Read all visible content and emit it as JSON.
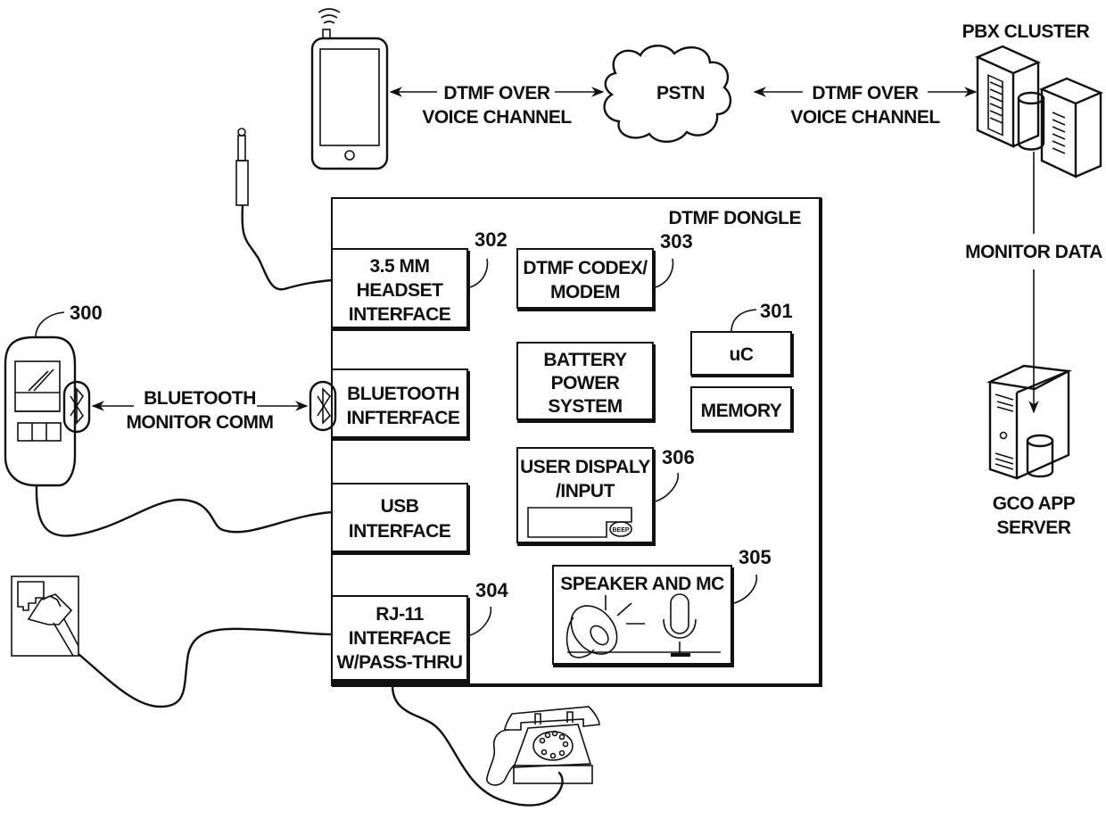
{
  "diagram": {
    "colors": {
      "ink": "#111111",
      "background": "#ffffff"
    },
    "top": {
      "phone_icon": "smartphone-icon",
      "left_link": [
        "DTMF OVER",
        "VOICE CHANNEL"
      ],
      "cloud_label": "PSTN",
      "right_link": [
        "DTMF OVER",
        "VOICE CHANNEL"
      ],
      "pbx_title": "PBX CLUSTER",
      "monitor_link": "MONITOR DATA",
      "app_server": [
        "GCO APP",
        "SERVER"
      ]
    },
    "dongle": {
      "title": "DTMF DONGLE",
      "blocks": {
        "headset": {
          "lines": [
            "3.5 MM",
            "HEADSET",
            "INTERFACE"
          ],
          "ref": "302"
        },
        "codex": {
          "lines": [
            "DTMF CODEX/",
            "MODEM"
          ],
          "ref": "303"
        },
        "uc": {
          "lines": [
            "uC"
          ],
          "ref": "301"
        },
        "memory": {
          "lines": [
            "MEMORY"
          ]
        },
        "battery": {
          "lines": [
            "BATTERY",
            "POWER",
            "SYSTEM"
          ]
        },
        "bluetooth": {
          "lines": [
            "BLUETOOTH",
            "INFTERFACE"
          ]
        },
        "display": {
          "lines": [
            "USER DISPALY",
            "/INPUT"
          ],
          "ref": "306",
          "button_label": "BEEP"
        },
        "usb": {
          "lines": [
            "USB",
            "INTERFACE"
          ]
        },
        "speaker": {
          "lines": [
            "SPEAKER AND MC"
          ],
          "ref": "305"
        },
        "rj11": {
          "lines": [
            "RJ-11",
            "INTERFACE",
            "W/PASS-THRU"
          ],
          "ref": "304"
        }
      }
    },
    "monitor_device": {
      "ref": "300"
    },
    "bluetooth_link": [
      "BLUETOOTH",
      "MONITOR COMM"
    ]
  }
}
